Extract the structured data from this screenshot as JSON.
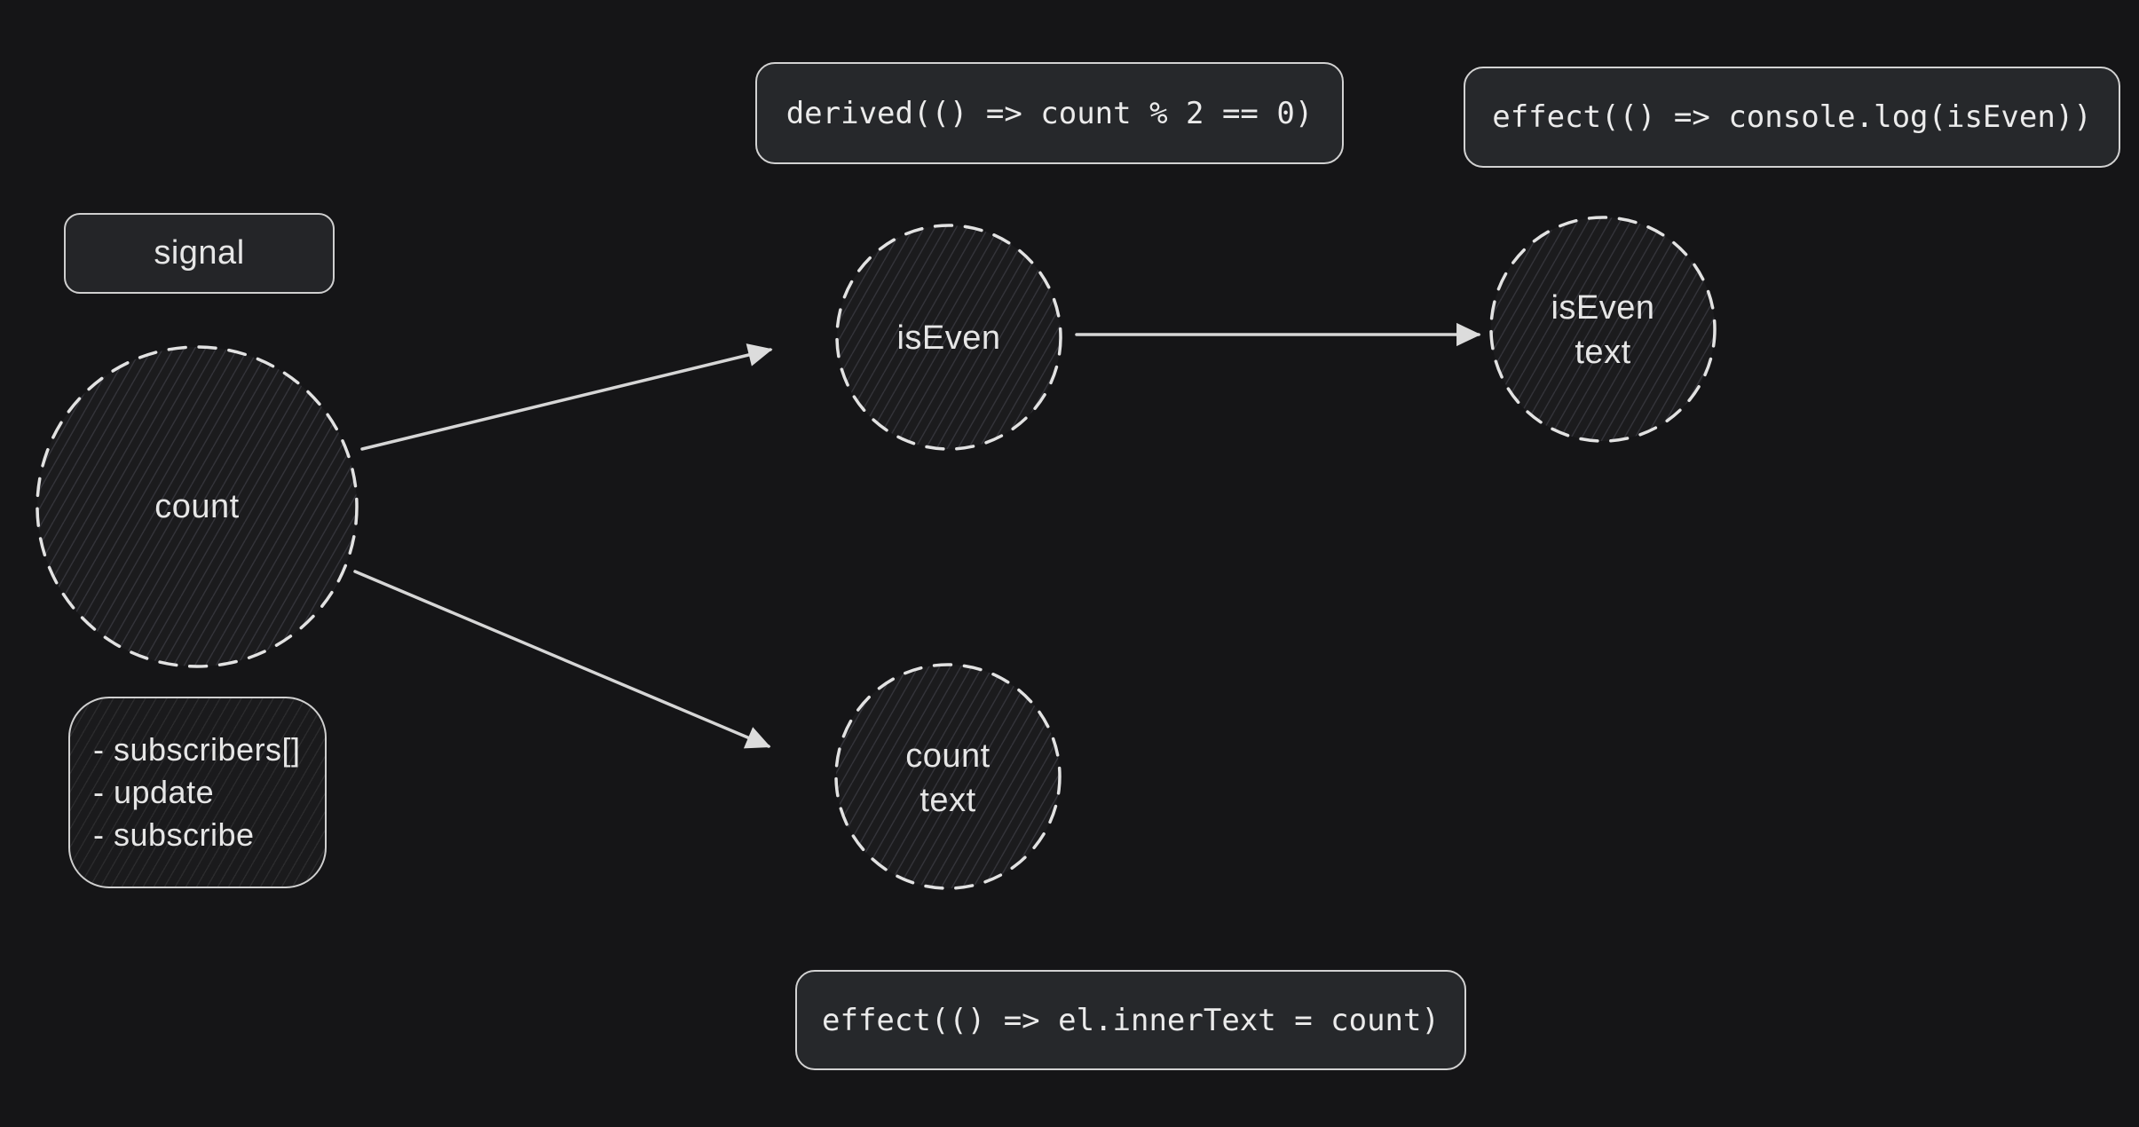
{
  "diagram": {
    "badge_label": "signal",
    "signal_members": [
      "- subscribers[]",
      "- update",
      "- subscribe"
    ],
    "code_boxes": {
      "derived": "derived(() => count % 2 == 0)",
      "effect_log": "effect(() => console.log(isEven))",
      "effect_dom": "effect(() => el.innerText = count)"
    },
    "nodes": {
      "count": {
        "label": "count"
      },
      "is_even": {
        "label": "isEven"
      },
      "is_even_text": {
        "label_line1": "isEven",
        "label_line2": "text"
      },
      "count_text": {
        "label_line1": "count",
        "label_line2": "text"
      }
    },
    "edges": [
      {
        "from": "count",
        "to": "is_even"
      },
      {
        "from": "count",
        "to": "count_text"
      },
      {
        "from": "is_even",
        "to": "is_even_text"
      }
    ],
    "colors": {
      "background": "#151517",
      "stroke": "#d6d6d6",
      "shape_fill": "#26282b",
      "node_fill": "#1b1b1d",
      "hatch_line": "#2f2f32",
      "text": "#e6e6e6"
    }
  }
}
